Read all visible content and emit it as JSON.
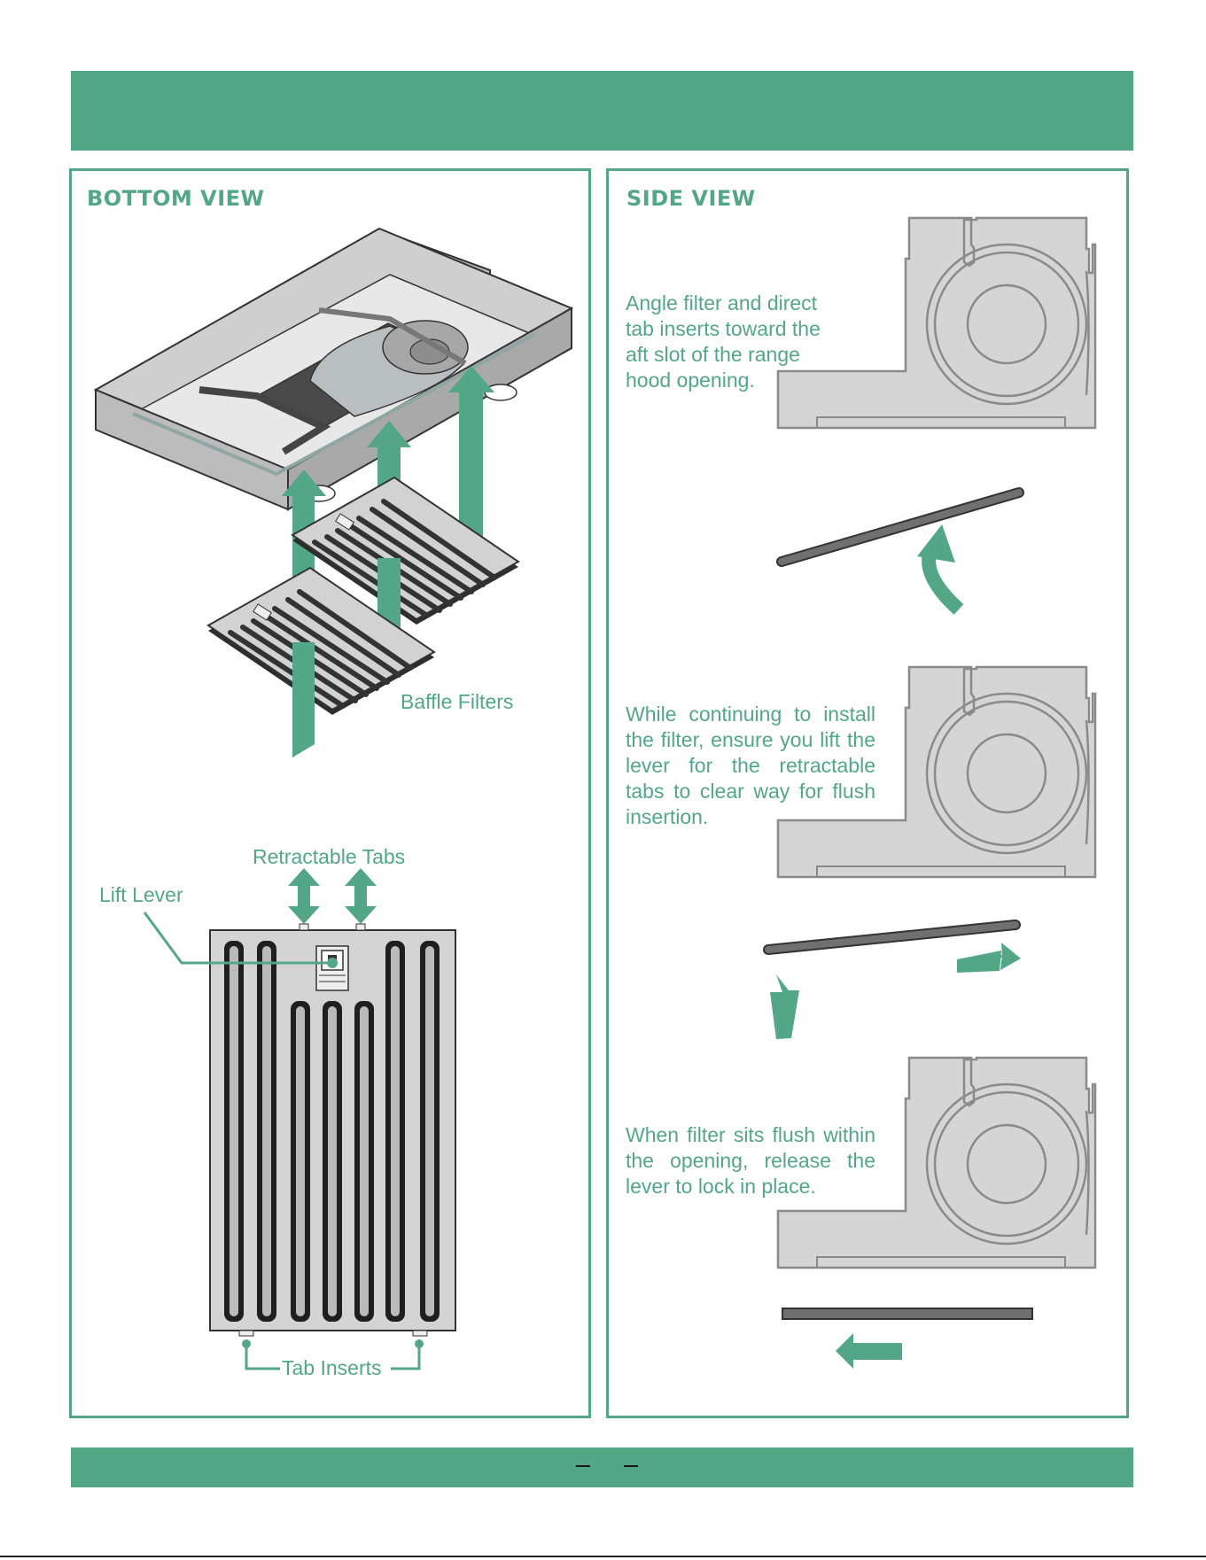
{
  "panels": {
    "bottom_view": {
      "heading": "BOTTOM VIEW",
      "labels": {
        "baffle_filters": "Baffle Filters",
        "retractable_tabs": "Retractable Tabs",
        "lift_lever": "Lift Lever",
        "tab_inserts": "Tab Inserts"
      }
    },
    "side_view": {
      "heading": "SIDE VIEW",
      "steps": [
        {
          "text": "Angle filter and direct tab inserts toward the aft slot of the range hood opening."
        },
        {
          "text": "While continuing to install the filter, ensure you lift the lever for the retractable tabs to clear way for flush insertion."
        },
        {
          "text": "When filter sits flush within the opening, release the lever to lock in place."
        }
      ]
    }
  },
  "colors": {
    "accent": "#53a787",
    "panel_gray": "#d5d5d5",
    "outline_gray": "#8a8a8a",
    "filter_dark": "#6b6b6b"
  }
}
